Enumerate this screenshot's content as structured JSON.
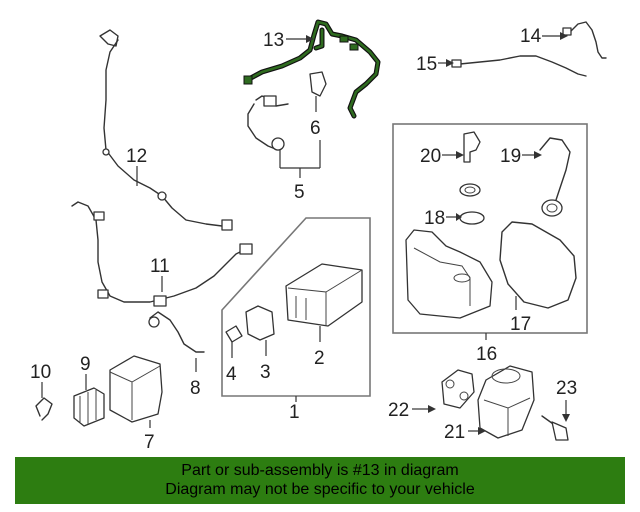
{
  "callouts": {
    "c1": "1",
    "c2": "2",
    "c3": "3",
    "c4": "4",
    "c5": "5",
    "c6": "6",
    "c7": "7",
    "c8": "8",
    "c9": "9",
    "c10": "10",
    "c11": "11",
    "c12": "12",
    "c13": "13",
    "c14": "14",
    "c15": "15",
    "c16": "16",
    "c17": "17",
    "c18": "18",
    "c19": "19",
    "c20": "20",
    "c21": "21",
    "c22": "22",
    "c23": "23"
  },
  "highlight_color": "#2e6b1f",
  "banner": {
    "line1": "Part or sub-assembly is #13 in diagram",
    "line2": "Diagram may not be specific to your vehicle",
    "background": "#2d7d11"
  }
}
